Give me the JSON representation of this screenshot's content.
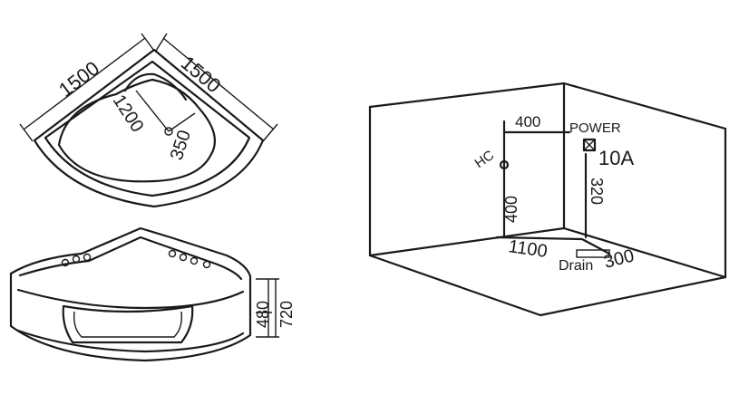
{
  "plan_view": {
    "side_left": "1500",
    "side_right": "1500",
    "length": "1200",
    "offset": "350"
  },
  "elevation_view": {
    "height_inner": "480",
    "height_total": "720"
  },
  "room_view": {
    "width_top": "400",
    "power_label": "POWER",
    "power_rating": "10A",
    "hc_label": "HC",
    "height_left": "400",
    "height_right": "320",
    "floor_width": "1100",
    "drain_label": "Drain",
    "drain_offset": "300"
  }
}
